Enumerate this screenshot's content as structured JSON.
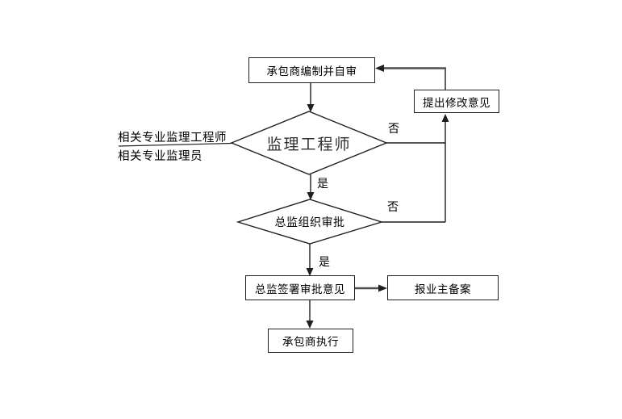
{
  "diagram": {
    "background": "#ffffff",
    "line_color": "#1f1f1f",
    "nodes": {
      "start": "承包商编制并自审",
      "revise": "提出修改意见",
      "decision_engineer": "监理工程师",
      "decision_chief": "总监组织审批",
      "sign": "总监签署审批意见",
      "record": "报业主备案",
      "execute": "承包商执行"
    },
    "side_labels": [
      "相关专业监理工程师",
      "相关专业监理员"
    ],
    "edge_labels": {
      "no_engineer": "否",
      "no_chief": "否",
      "yes_engineer": "是",
      "yes_chief": "是"
    }
  }
}
